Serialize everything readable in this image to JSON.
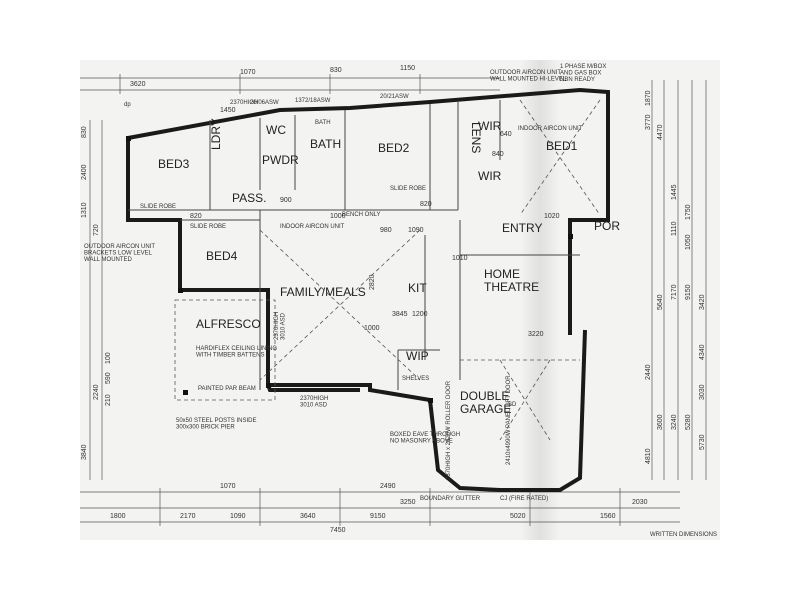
{
  "rooms": {
    "bed3": "BED3",
    "ldry": "LDRY",
    "wc": "WC",
    "pwdr": "PWDR",
    "bath": "BATH",
    "bath_small": "BATH",
    "bed2": "BED2",
    "lens": "LENS",
    "wir1": "WIR",
    "wir2": "WIR",
    "bed1": "BED1",
    "pass": "PASS.",
    "entry": "ENTRY",
    "por": "POR",
    "bed4": "BED4",
    "family": "FAMILY/MEALS",
    "kit": "KIT",
    "home_theatre": "HOME\nTHEATRE",
    "alfresco": "ALFRESCO",
    "wip": "WIP",
    "double_garage": "DOUBLE\nGARAGE"
  },
  "notes": {
    "slide_robe_1": "SLIDE ROBE",
    "slide_robe_2": "SLIDE ROBE",
    "slide_robe_3": "SLIDE ROBE",
    "bench_only": "BENCH ONLY",
    "indoor_aircon_1": "INDOOR AIRCON UNIT",
    "indoor_aircon_2": "INDOOR AIRCON UNIT",
    "outdoor_aircon": "OUTDOOR AIRCON UNIT\nBRACKETS LOW LEVEL\nWALL MOUNTED",
    "outdoor_aircon_top": "OUTDOOR AIRCON UNIT\nWALL MOUNTED HI-LEVEL",
    "meter_box": "1 PHASE M/BOX\nAND GAS BOX\nNBN READY",
    "hardiflex": "HARDIFLEX CEILING LINING\nWITH TIMBER BATTENS",
    "painted_beam": "PAINTED PAR BEAM",
    "steel_posts": "50x50 STEEL POSTS INSIDE\n300x300 BRICK PIER",
    "boxed_eave": "BOXED EAVE THROUGH\nNO MASONRY ABOVE",
    "boundary_gutter": "BOUNDARY GUTTER",
    "cj_fire": "CJ (FIRE RATED)",
    "panel_lift_door": "2410x4990W PANEL LIFT DOOR",
    "roller_door": "2370HIGH x 2420W ROLLER DOOR",
    "shelves": "SHELVES",
    "written_dim": "WRITTEN DIMENSIONS",
    "dp": "dp",
    "sd": "SD",
    "high_2370_top": "2370HIGH",
    "high_2370_bottom": "2370HIGH\n3010 ASD",
    "high_2370_mid": "2370HIGH\n3010 ASD"
  },
  "top_dims": [
    "3620",
    "1070",
    "830",
    "1150",
    "1450",
    "20/06ASW",
    "1372/18ASW",
    "20/21ASW"
  ],
  "bottom_dims": [
    "1800",
    "2170",
    "1090",
    "3640",
    "9150",
    "3250",
    "5020",
    "1560",
    "2030",
    "7450",
    "2490",
    "1070"
  ],
  "interior_dims": [
    "820",
    "900",
    "1000",
    "820",
    "980",
    "1090",
    "1010",
    "1020",
    "640",
    "840",
    "1200",
    "1000",
    "2820",
    "3845",
    "3220"
  ],
  "left_dims": [
    "830",
    "2400",
    "1310",
    "720",
    "3840",
    "2240",
    "210",
    "590",
    "100"
  ],
  "right_dims": [
    "3770",
    "5640",
    "7170",
    "9150",
    "2440",
    "3600",
    "3240",
    "4810",
    "5280",
    "1870",
    "4470",
    "1445",
    "1750",
    "1110",
    "1050",
    "3420",
    "4340",
    "5730",
    "3030"
  ]
}
